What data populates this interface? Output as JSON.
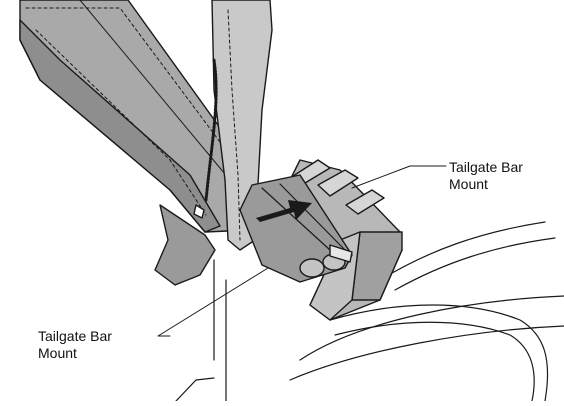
{
  "illustration": {
    "subject": "tailgate bar and tailgate bar mount",
    "palette": {
      "fabric_dark": "#8e8e8e",
      "fabric_mid": "#a9a9a9",
      "fabric_light": "#c9c9c9",
      "plastic": "#b8b8b8",
      "bar": "#9a9a9a",
      "outline": "#1a1a1a",
      "background": "#ffffff"
    }
  },
  "callouts": {
    "right": {
      "line1": "Tailgate Bar",
      "line2": "Mount"
    },
    "left": {
      "line1": "Tailgate Bar",
      "line2": "Mount"
    }
  }
}
